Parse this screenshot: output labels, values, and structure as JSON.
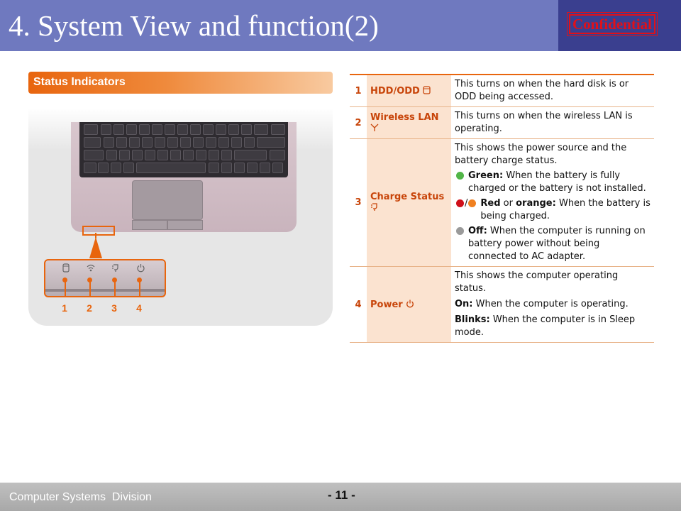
{
  "slide": {
    "title": "4. System View and function(2)",
    "confidential_label": "Confidential"
  },
  "status_section": {
    "heading": "Status Indicators",
    "callout_numbers": [
      "1",
      "2",
      "3",
      "4"
    ]
  },
  "table": {
    "rows": [
      {
        "num": "1",
        "name": "HDD/ODD",
        "icon": "hdd-icon",
        "desc": "This turns on when the hard disk is or ODD being accessed."
      },
      {
        "num": "2",
        "name": "Wireless LAN",
        "icon": "wireless-antenna-icon",
        "desc": "This turns on when the wireless LAN is operating."
      },
      {
        "num": "3",
        "name": "Charge Status",
        "icon": "charge-plug-icon",
        "desc": "This shows the power source and the battery charge status.",
        "bullets": [
          {
            "color": "#52b648",
            "label": "Green:",
            "text": "When the battery is fully charged or the battery is not installed."
          },
          {
            "label_red": "Red",
            "or": "or",
            "label_orange": "orange:",
            "text": "When the battery is being charged."
          },
          {
            "color": "#9a9a9a",
            "label": "Off:",
            "text": "When the computer is running on battery power without being connected to AC adapter."
          }
        ]
      },
      {
        "num": "4",
        "name": "Power",
        "icon": "power-icon",
        "desc": "This shows the computer operating status.",
        "lines": [
          {
            "label": "On:",
            "text": "When the computer is operating."
          },
          {
            "label": "Blinks:",
            "text": "When the computer is in Sleep mode."
          }
        ]
      }
    ]
  },
  "footer": {
    "division": "Computer Systems  Division",
    "page": "- 11 -"
  },
  "colors": {
    "title_bar": "#6f79bf",
    "accent_orange": "#e8650e",
    "confidential_red": "#e0101a"
  }
}
